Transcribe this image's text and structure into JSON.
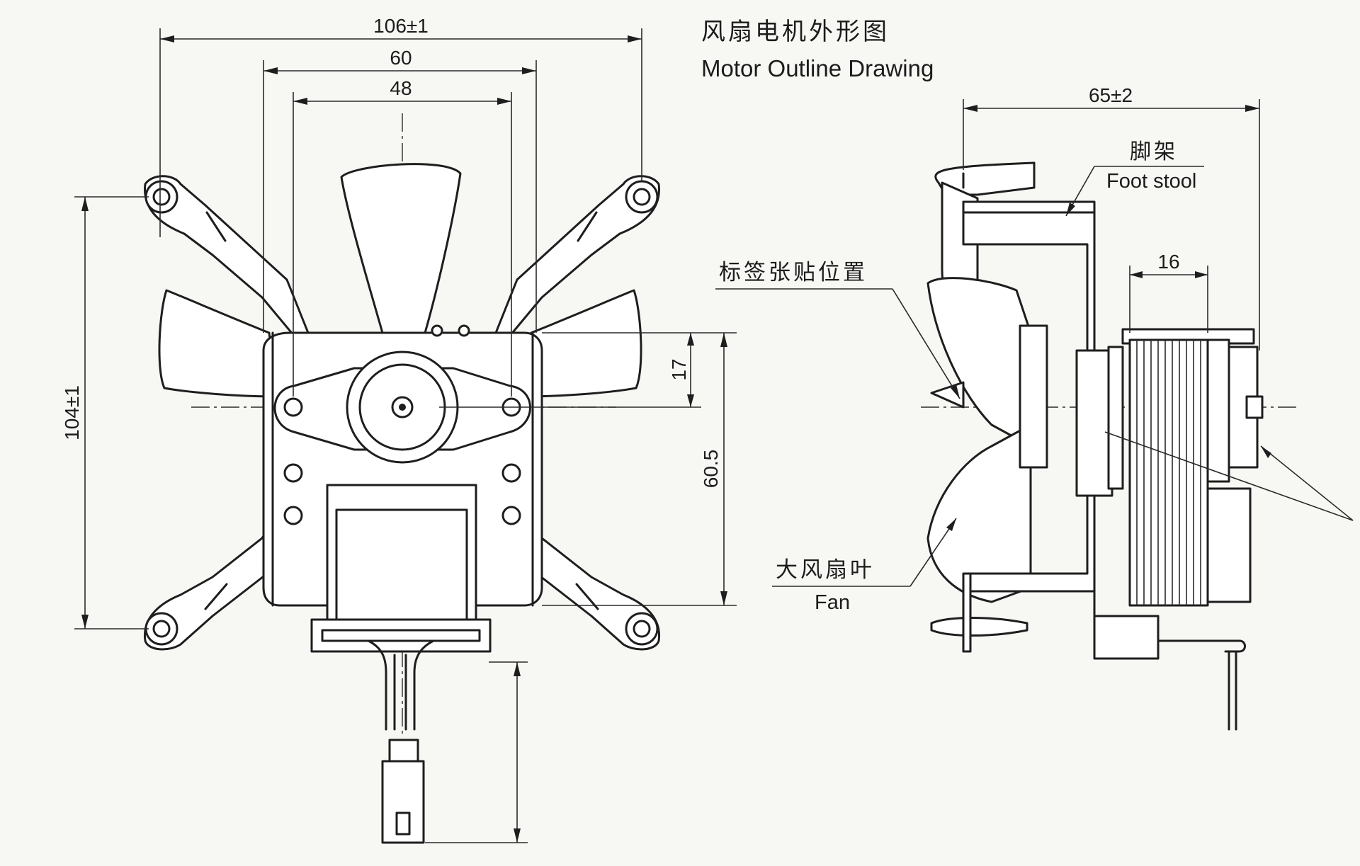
{
  "title": {
    "chinese": "风扇电机外形图",
    "english": "Motor Outline Drawing"
  },
  "front_view": {
    "dim_overall_width": "106±1",
    "dim_mount_width": "60",
    "dim_coil_width": "48",
    "dim_overall_height": "104±1",
    "dim_shaft_offset": "17",
    "dim_body_height": "60.5"
  },
  "side_view": {
    "dim_overall_depth": "65±2",
    "dim_stack_depth": "16",
    "callout_foot_stool_cn": "脚架",
    "callout_foot_stool_en": "Foot stool",
    "callout_label_position_cn": "标签张贴位置",
    "callout_fan_cn": "大风扇叶",
    "callout_fan_en": "Fan"
  }
}
